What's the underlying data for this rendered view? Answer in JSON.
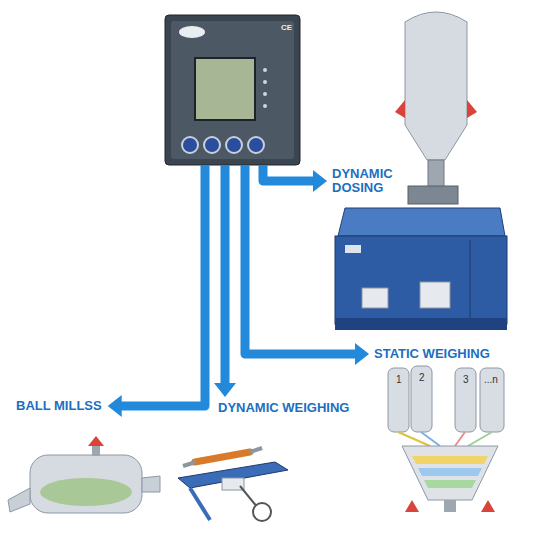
{
  "diagram": {
    "nodes": [
      {
        "text": [
          "CE"
        ]
      },
      {
        "text": [
          "DYNAMIC DOSING"
        ]
      },
      {
        "text": [
          "STATIC WEIGHING"
        ]
      },
      {
        "text": [
          "BALL MILLSS"
        ]
      },
      {
        "text": [
          "DYNAMIC WEIGHING"
        ]
      }
    ],
    "edges": [
      {
        "from": 0,
        "to": 1,
        "arrow": "to"
      },
      {
        "from": 0,
        "to": 2,
        "arrow": "to"
      },
      {
        "from": 0,
        "to": 3,
        "arrow": "to"
      },
      {
        "from": 0,
        "to": 4,
        "arrow": "to"
      }
    ],
    "labels": [
      "1",
      "2",
      "3",
      "...n"
    ]
  }
}
